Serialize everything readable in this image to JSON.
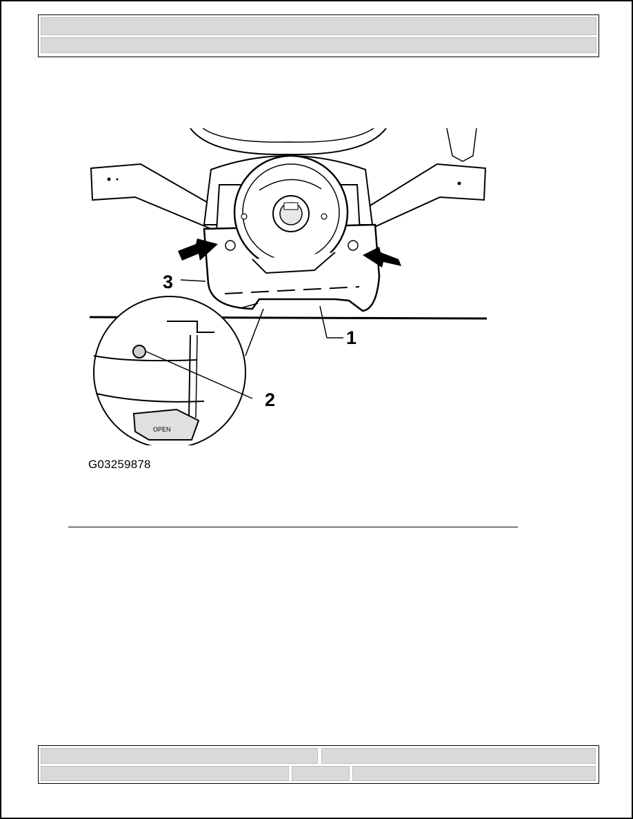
{
  "figure": {
    "id_label": "G03259878",
    "callouts": [
      {
        "label": "1"
      },
      {
        "label": "2"
      },
      {
        "label": "3"
      }
    ],
    "connector_text": "OPEN"
  }
}
